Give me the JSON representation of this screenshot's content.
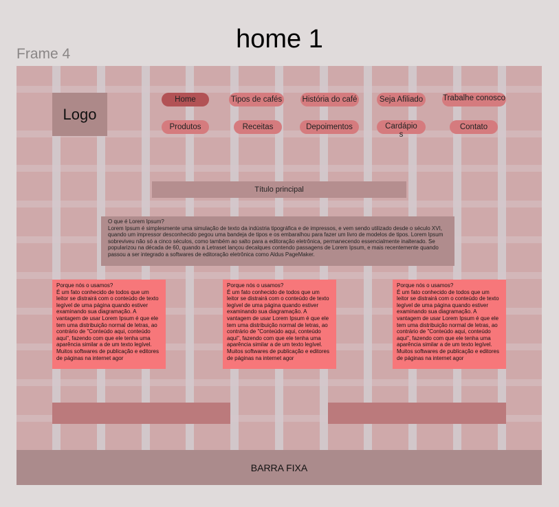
{
  "page_title": "home 1",
  "frame_label": "Frame 4",
  "logo_text": "Logo",
  "nav": {
    "row1": [
      "Home",
      "Tipos de cafés",
      "História do café",
      "Seja Afiliado",
      "Trabalhe conosco"
    ],
    "row2": [
      "Produtos",
      "Receitas",
      "Depoimentos",
      "Cardápios",
      "Contato"
    ],
    "active": "Home"
  },
  "main_title": "Título principal",
  "intro": {
    "heading": "O que é Lorem Ipsum?",
    "text": "Lorem Ipsum é simplesmente uma simulação de texto da indústria tipográfica e de impressos, e vem sendo utilizado desde o século XVI, quando um impressor desconhecido pegou uma bandeja de tipos e os embaralhou para fazer um livro de modelos de tipos. Lorem Ipsum sobreviveu não só a cinco séculos, como também ao salto para a editoração eletrônica, permanecendo essencialmente inalterado. Se popularizou na década de 60, quando a Letraset lançou decalques contendo passagens de Lorem Ipsum, e mais recentemente quando passou a ser integrado a softwares de editoração eletrônica como Aldus PageMaker."
  },
  "cards": [
    {
      "heading": "Porque nós o usamos?",
      "text": "É um fato conhecido de todos que um leitor se distrairá com o conteúdo de texto legível de uma página quando estiver examinando sua diagramação. A vantagem de usar Lorem Ipsum é que ele tem uma distribuição normal de letras, ao contrário de \"Conteúdo aqui, conteúdo aqui\", fazendo com que ele tenha uma aparência similar a de um texto legível. Muitos softwares de publicação e editores de páginas na internet agor"
    },
    {
      "heading": "Porque nós o usamos?",
      "text": "É um fato conhecido de todos que um leitor se distrairá com o conteúdo de texto legível de uma página quando estiver examinando sua diagramação. A vantagem de usar Lorem Ipsum é que ele tem uma distribuição normal de letras, ao contrário de \"Conteúdo aqui, conteúdo aqui\", fazendo com que ele tenha uma aparência similar a de um texto legível. Muitos softwares de publicação e editores de páginas na internet agor"
    },
    {
      "heading": "Porque nós o usamos?",
      "text": "É um fato conhecido de todos que um leitor se distrairá com o conteúdo de texto legível de uma página quando estiver examinando sua diagramação. A vantagem de usar Lorem Ipsum é que ele tem uma distribuição normal de letras, ao contrário de \"Conteúdo aqui, conteúdo aqui\", fazendo com que ele tenha uma aparência similar a de um texto legível. Muitos softwares de publicação e editores de páginas na internet agor"
    }
  ],
  "fixed_bar": "BARRA FIXA",
  "colors": {
    "frame_bg": "#cfa9aa",
    "nav_button": "#d57b7e",
    "nav_button_active": "#b25255",
    "card_bg": "#f7777a",
    "bottom_bars": "#bb7a7c",
    "fixed_bar": "#ab8b8c"
  }
}
